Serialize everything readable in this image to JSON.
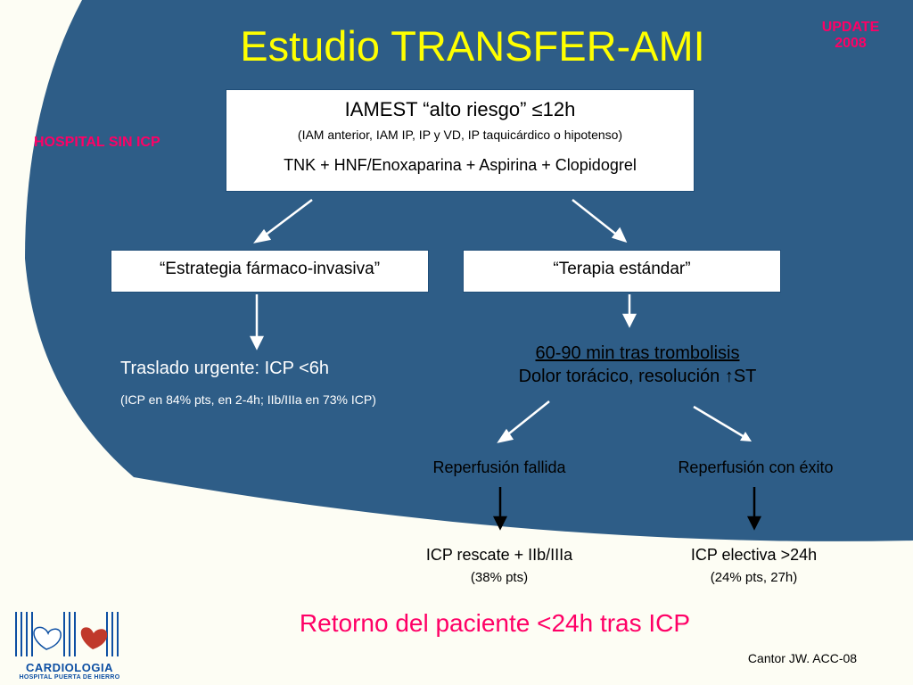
{
  "colors": {
    "panel_blue": "#2e5d87",
    "background": "#fdfdf4",
    "title_yellow": "#ffff00",
    "accent_pink": "#ff0066",
    "logo_blue": "#0d4fa3",
    "heart_red": "#c0392b"
  },
  "slide": {
    "title": "Estudio TRANSFER-AMI",
    "update_label": "UPDATE",
    "update_year": "2008",
    "hospital_label": "HOSPITAL SIN ICP"
  },
  "top_box": {
    "main": "IAMEST “alto riesgo” ≤12h",
    "sub": "(IAM anterior, IAM IP, IP y VD, IP taquicárdico o hipotenso)",
    "drugs": "TNK + HNF/Enoxaparina + Aspirina + Clopidogrel"
  },
  "left_branch": {
    "box_label": "“Estrategia fármaco-invasiva”",
    "traslado": "Traslado urgente: ICP <6h",
    "traslado_detail": "(ICP en 84% pts, en 2-4h; IIb/IIIa en 73% ICP)"
  },
  "right_branch": {
    "box_label": "“Terapia estándar”",
    "timing": "60-90 min tras trombolisis",
    "criteria": "Dolor torácico, resolución ↑ST",
    "failed": {
      "label": "Reperfusión fallida",
      "action": "ICP rescate + IIb/IIIa",
      "detail": "(38% pts)"
    },
    "success": {
      "label": "Reperfusión con éxito",
      "action": "ICP electiva >24h",
      "detail": "(24% pts, 27h)"
    }
  },
  "footer": {
    "retorno": "Retorno del paciente <24h tras ICP",
    "citation": "Cantor JW. ACC-08",
    "logo_title": "CARDIOLOGIA",
    "logo_subtitle": "HOSPITAL PUERTA DE HIERRO"
  }
}
